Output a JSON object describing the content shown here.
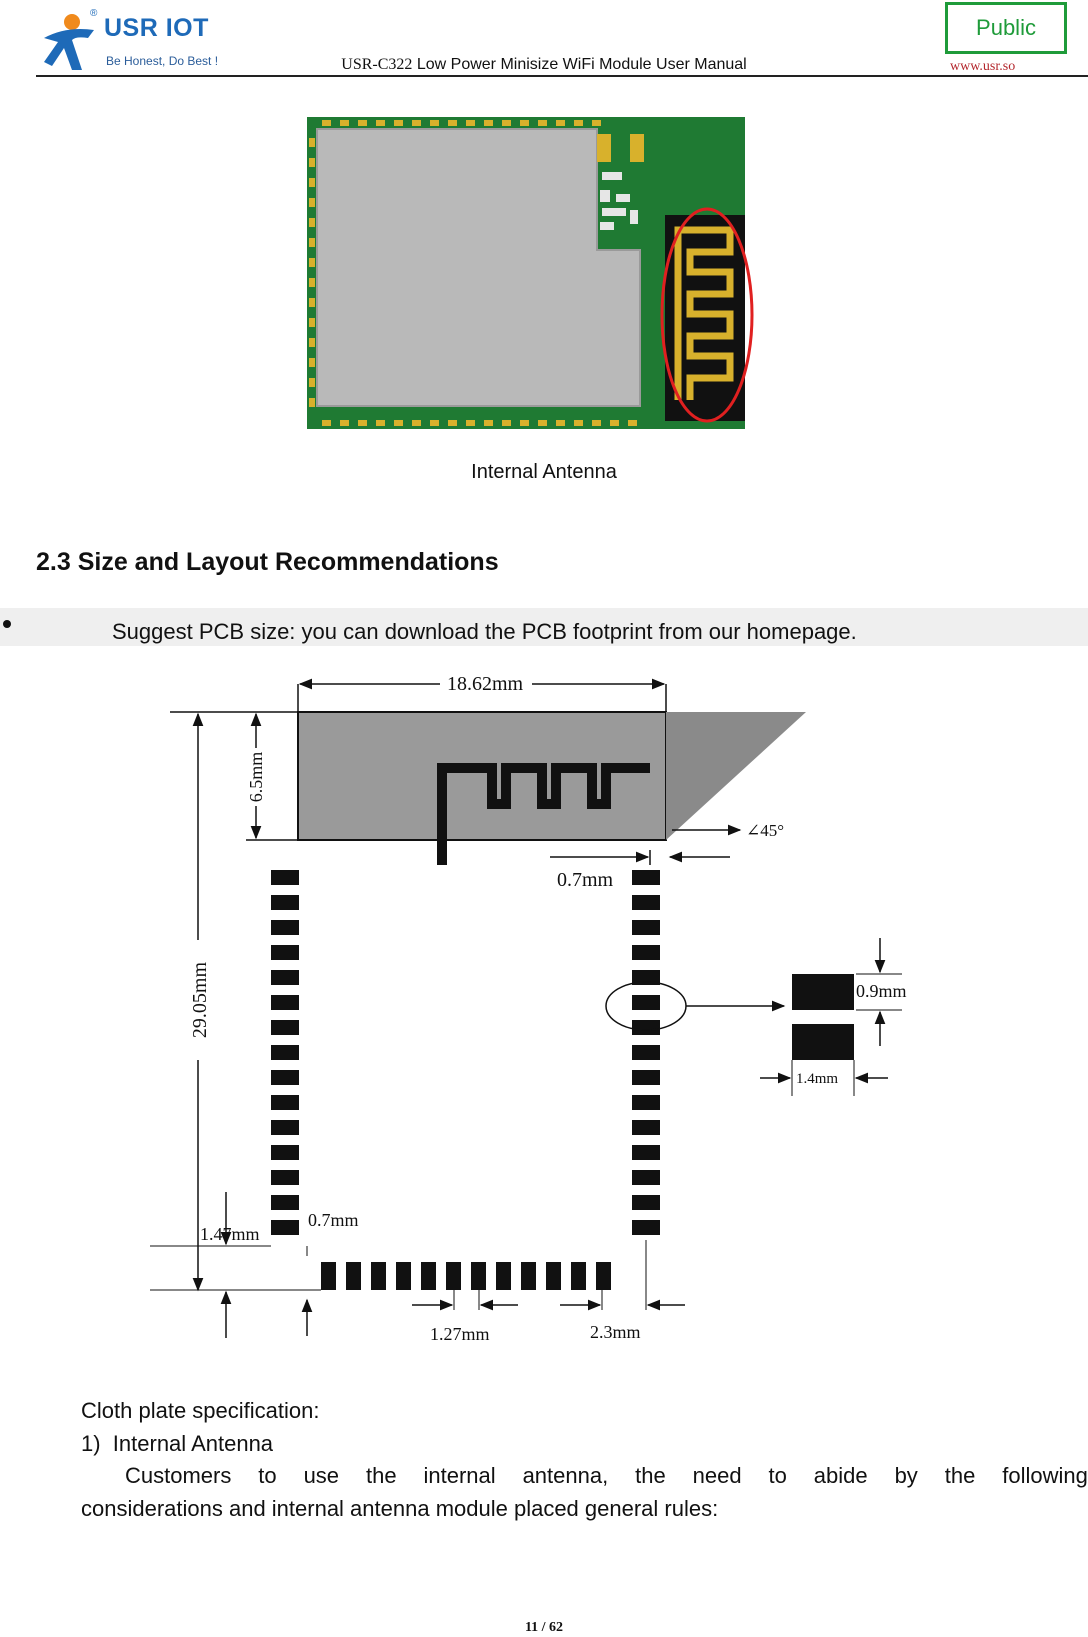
{
  "header": {
    "brand": "USR IOT",
    "tagline": "Be Honest, Do Best !",
    "doc_model": "USR-C322",
    "doc_title": "Low Power Minisize WiFi Module User Manual",
    "classification": "Public",
    "website": "www.usr.so"
  },
  "figure1": {
    "caption": "Internal Antenna"
  },
  "section": {
    "heading": "2.3 Size and Layout Recommendations",
    "bullet": "Suggest PCB size: you can download the PCB footprint from our homepage."
  },
  "figure2": {
    "dim_width": "18.62mm",
    "dim_antenna_height": "6.5mm",
    "dim_angle": "∠45°",
    "dim_gap_right": "0.7mm",
    "dim_total_height": "29.05mm",
    "dim_pad_height": "0.9mm",
    "dim_pad_width": "1.4mm",
    "dim_bottom_offset": "1.47mm",
    "dim_gap_corner": "0.7mm",
    "dim_pitch": "1.27mm",
    "dim_right_offset": "2.3mm"
  },
  "body": {
    "spec_label": "Cloth plate specification:",
    "item_number": "1)",
    "item_title": "Internal Antenna",
    "para_line1": [
      "Customers",
      "to",
      "use",
      "the",
      "internal",
      "antenna,",
      "the",
      "need",
      "to",
      "abide",
      "by",
      "the",
      "following"
    ],
    "para_line2": "considerations and internal antenna module placed general rules:"
  },
  "footer": {
    "page": "11 / 62"
  },
  "colors": {
    "brand_blue": "#1e6ab8",
    "logo_orange": "#f08a1c",
    "public_green": "#1f9b3a",
    "url_red": "#b3262c",
    "pcb_green": "#1f7a33",
    "shield_gray": "#b9b9b9",
    "antenna_gold": "#d8b12c",
    "highlight_red": "#e02020"
  }
}
